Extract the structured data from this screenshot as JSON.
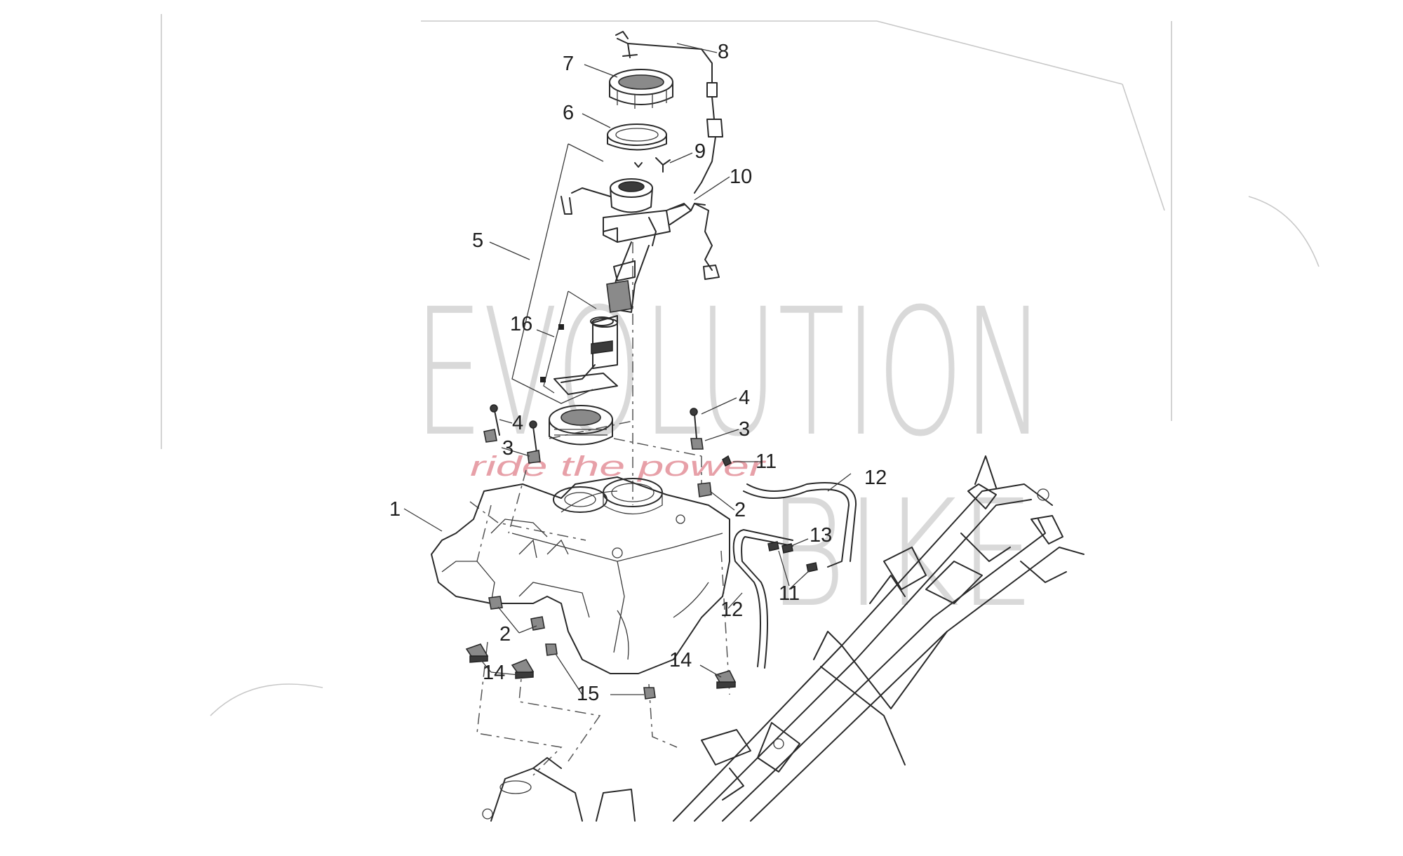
{
  "watermark": {
    "brand_top": "EVOLUTION",
    "brand_bottom": "BIKE",
    "tagline": "ride the power"
  },
  "callouts": [
    {
      "id": "c8",
      "number": "8"
    },
    {
      "id": "c7",
      "number": "7"
    },
    {
      "id": "c6",
      "number": "6"
    },
    {
      "id": "c9",
      "number": "9"
    },
    {
      "id": "c10",
      "number": "10"
    },
    {
      "id": "c5",
      "number": "5"
    },
    {
      "id": "c16",
      "number": "16"
    },
    {
      "id": "c4a",
      "number": "4"
    },
    {
      "id": "c3a",
      "number": "3"
    },
    {
      "id": "c4b",
      "number": "4"
    },
    {
      "id": "c3b",
      "number": "3"
    },
    {
      "id": "c11a",
      "number": "11"
    },
    {
      "id": "c12a",
      "number": "12"
    },
    {
      "id": "c2a",
      "number": "2"
    },
    {
      "id": "c1",
      "number": "1"
    },
    {
      "id": "c13",
      "number": "13"
    },
    {
      "id": "c11b",
      "number": "11"
    },
    {
      "id": "c12b",
      "number": "12"
    },
    {
      "id": "c2b",
      "number": "2"
    },
    {
      "id": "c14a",
      "number": "14"
    },
    {
      "id": "c14b",
      "number": "14"
    },
    {
      "id": "c15",
      "number": "15"
    }
  ]
}
